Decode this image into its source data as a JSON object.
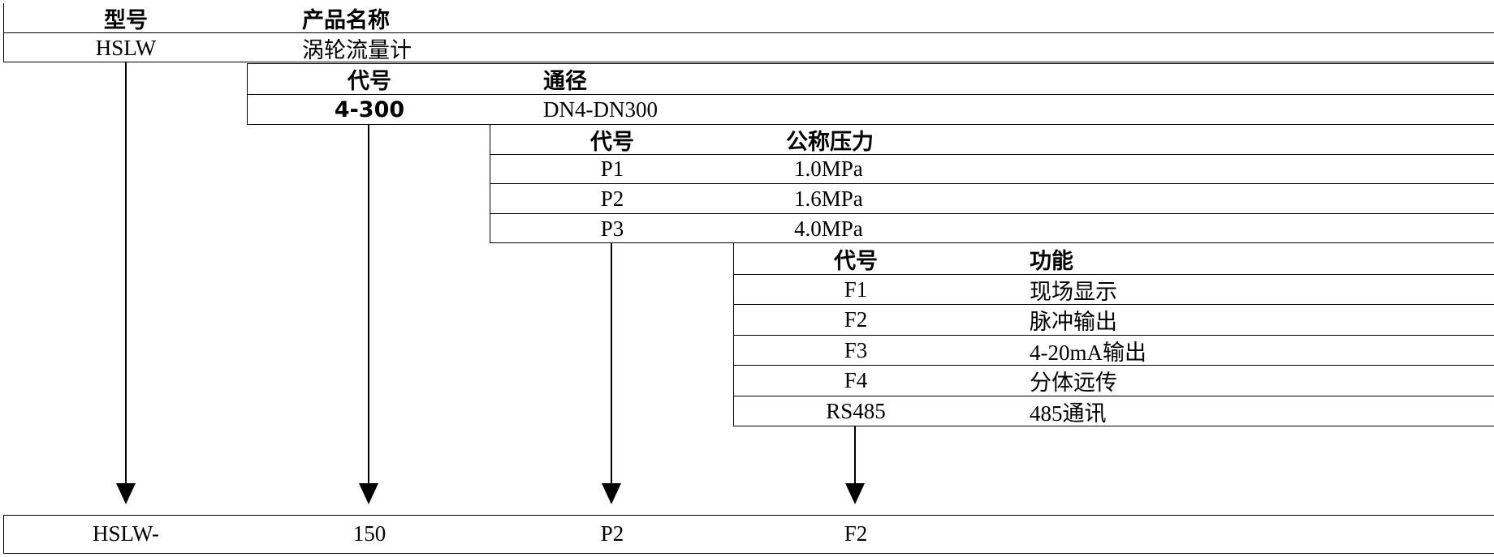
{
  "table1": {
    "headers": [
      "型号",
      "产品名称"
    ],
    "row": [
      "HSLW",
      "涡轮流量计"
    ]
  },
  "table2": {
    "headers": [
      "代号",
      "通径"
    ],
    "row": [
      "4-300",
      "DN4-DN300"
    ]
  },
  "table3": {
    "headers": [
      "代号",
      "公称压力"
    ],
    "rows": [
      [
        "P1",
        "1.0MPa"
      ],
      [
        "P2",
        "1.6MPa"
      ],
      [
        "P3",
        "4.0MPa"
      ]
    ]
  },
  "table4": {
    "headers": [
      "代号",
      "功能"
    ],
    "rows": [
      [
        "F1",
        "现场显示"
      ],
      [
        "F2",
        "脉冲输出"
      ],
      [
        "F3",
        "4-20mA输出"
      ],
      [
        "F4",
        "分体远传"
      ],
      [
        "RS485",
        "485通讯"
      ]
    ]
  },
  "result": [
    "HSLW-",
    "150",
    "P2",
    "F2"
  ]
}
